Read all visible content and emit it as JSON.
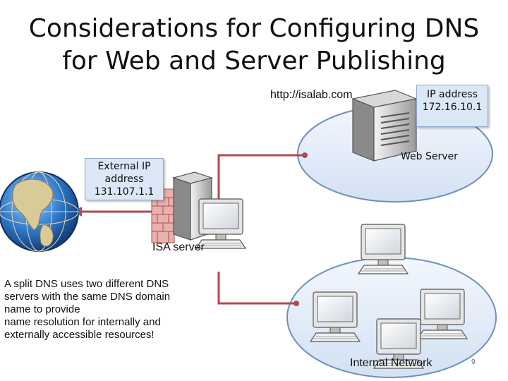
{
  "title": {
    "line1": "Considerations for Configuring DNS",
    "line2": "for Web and Server Publishing"
  },
  "url_label": "http://isalab.com",
  "ip_address_box": {
    "line1": "IP address",
    "line2": "172.16.10.1"
  },
  "web_server_label": "Web Server",
  "external_ip_box": {
    "line1": "External IP",
    "line2": "address",
    "line3": "131.107.1.1"
  },
  "isa_server_label": "ISA server",
  "note": {
    "line1": "A split DNS uses two different DNS",
    "line2": "servers with the same DNS domain",
    "line3": "name to provide",
    "line4": "name resolution for internally and",
    "line5": "externally accessible resources!"
  },
  "internal_network_label": "Internal Network",
  "page_number": "9",
  "colors": {
    "connector": "#b04a4f",
    "ellipse_fill": "#dfe9f7",
    "ellipse_stroke": "#6f8fc0",
    "box_fill": "#dbe6f6"
  }
}
